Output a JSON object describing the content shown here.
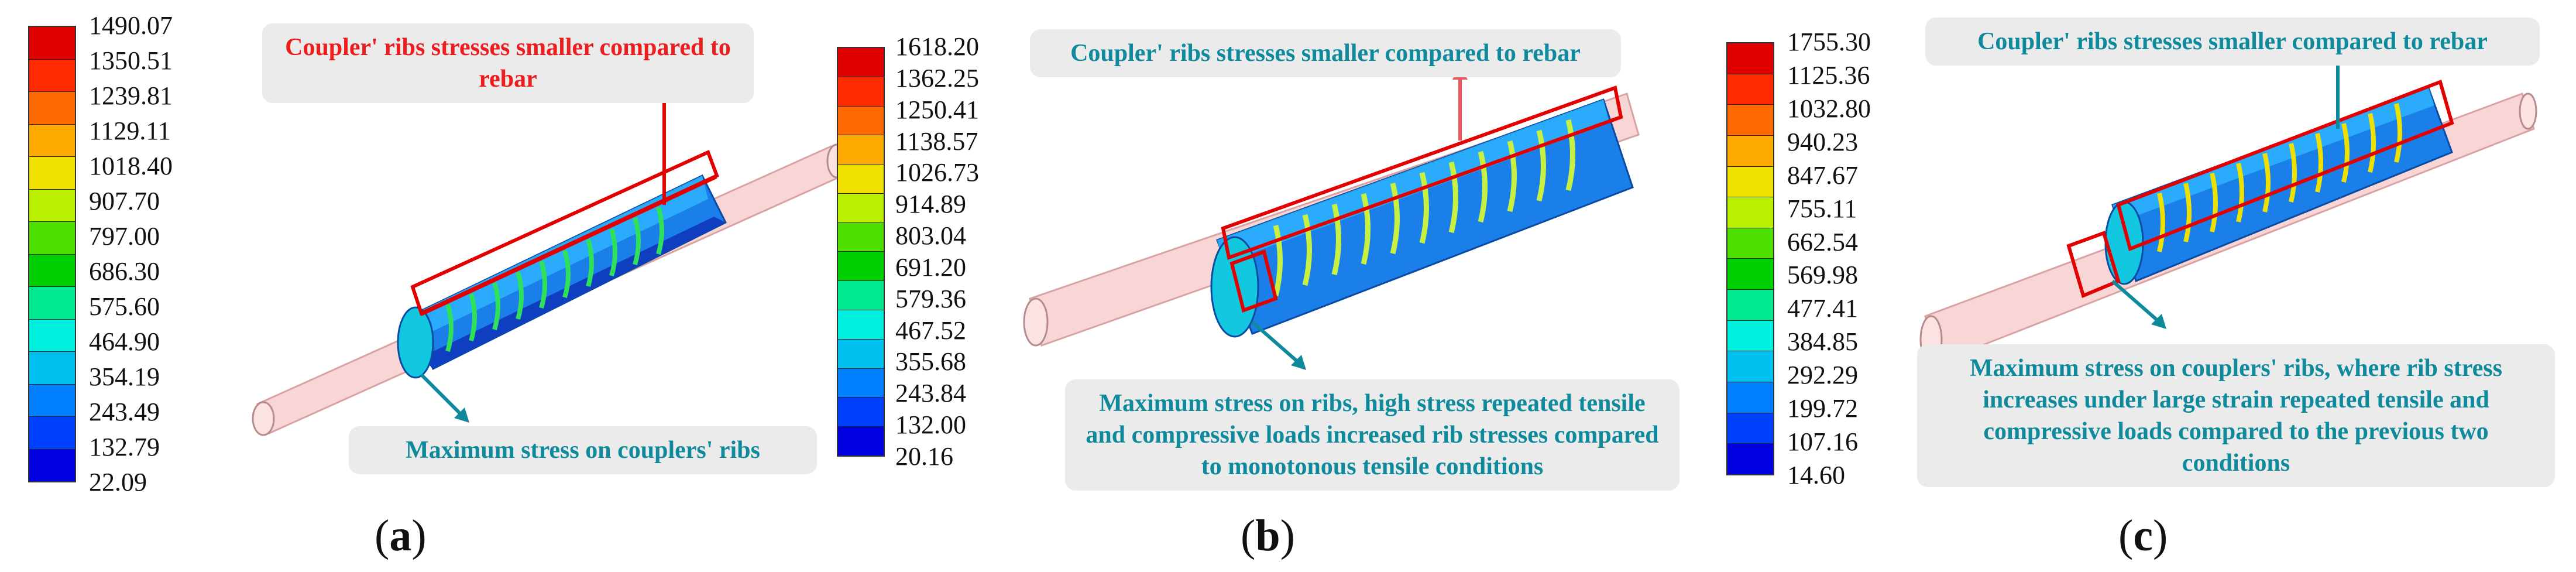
{
  "colors": {
    "scale": [
      "#e00000",
      "#ff2a00",
      "#ff6a00",
      "#ffaa00",
      "#f0e000",
      "#b8f000",
      "#50e000",
      "#00d000",
      "#00e890",
      "#00f0e0",
      "#00c0f0",
      "#0080ff",
      "#0040ff",
      "#0000e0"
    ],
    "callout_red": "#ee1c1c",
    "callout_teal": "#0f8a9c",
    "callout_bg": "#ebebeb",
    "highlight_box": "#e30000",
    "rebar": "#f9d6d6"
  },
  "panels": [
    {
      "label": "a",
      "legend": [
        "1490.07",
        "1350.51",
        "1239.81",
        "1129.11",
        "1018.40",
        "907.70",
        "797.00",
        "686.30",
        "575.60",
        "464.90",
        "354.19",
        "243.49",
        "132.79",
        "22.09"
      ],
      "callout_top": "Coupler' ribs stresses smaller compared to rebar",
      "callout_bottom": "Maximum stress on couplers' ribs"
    },
    {
      "label": "b",
      "legend": [
        "1618.20",
        "1362.25",
        "1250.41",
        "1138.57",
        "1026.73",
        "914.89",
        "803.04",
        "691.20",
        "579.36",
        "467.52",
        "355.68",
        "243.84",
        "132.00",
        "20.16"
      ],
      "callout_top": "Coupler' ribs stresses smaller compared to rebar",
      "callout_bottom": "Maximum stress on ribs, high stress repeated tensile and compressive loads increased rib stresses compared to monotonous tensile conditions"
    },
    {
      "label": "c",
      "legend": [
        "1755.30",
        "1125.36",
        "1032.80",
        "940.23",
        "847.67",
        "755.11",
        "662.54",
        "569.98",
        "477.41",
        "384.85",
        "292.29",
        "199.72",
        "107.16",
        "14.60"
      ],
      "callout_top": "Coupler' ribs stresses smaller compared to rebar",
      "callout_bottom": "Maximum stress on couplers' ribs, where rib stress increases under large strain repeated tensile and compressive loads compared to the previous two conditions"
    }
  ]
}
